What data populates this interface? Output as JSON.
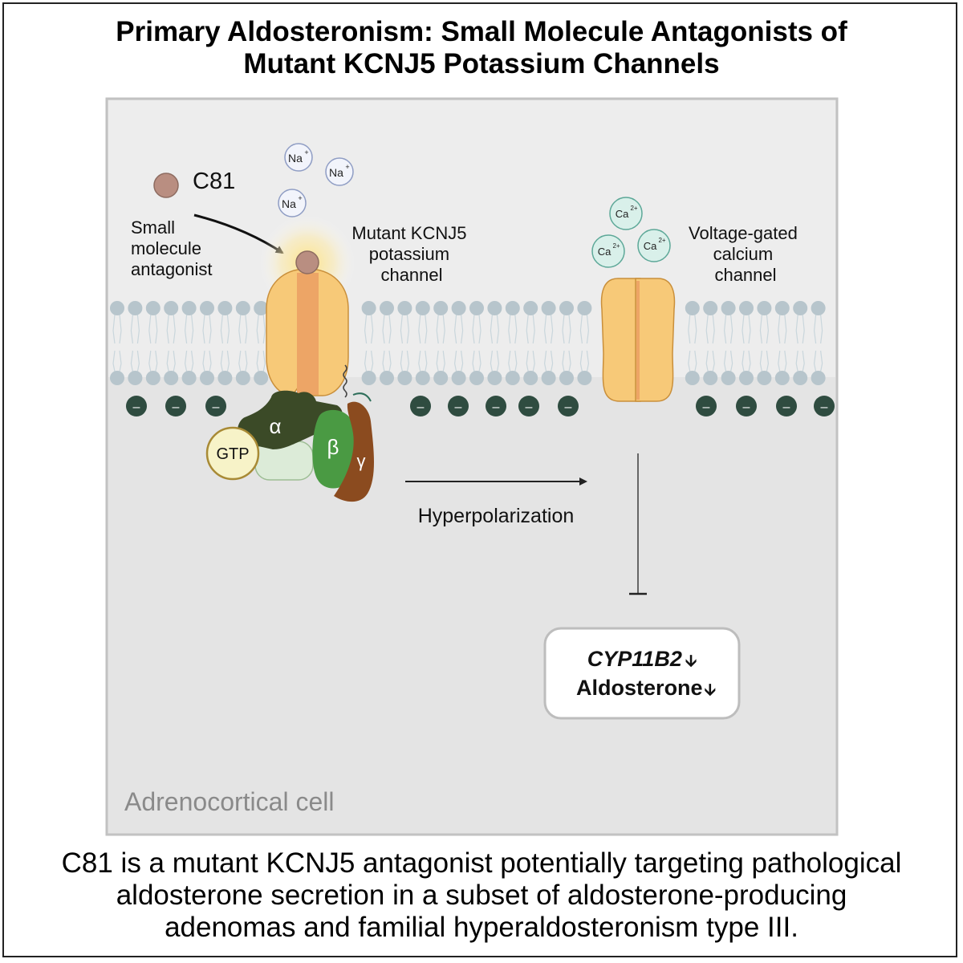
{
  "title": {
    "line1": "Primary Aldosteronism: Small Molecule Antagonists of",
    "line2": "Mutant KCNJ5 Potassium Channels"
  },
  "labels": {
    "compound": "C81",
    "small_molecule": [
      "Small",
      "molecule",
      "antagonist"
    ],
    "kcnj5": [
      "Mutant KCNJ5",
      "potassium",
      "channel"
    ],
    "vgcc": [
      "Voltage-gated",
      "calcium",
      "channel"
    ],
    "sodium_ion": "Na",
    "sodium_charge": "+",
    "calcium_ion": "Ca",
    "calcium_charge": "2+",
    "negative_charge": "–",
    "alpha": "α",
    "beta": "β",
    "gamma": "γ",
    "gtp": "GTP",
    "hyperpolarization": "Hyperpolarization",
    "gene": "CYP11B2",
    "hormone": "Aldosterone",
    "down_arrow": "🡫",
    "cell": "Adrenocortical cell"
  },
  "caption": {
    "line1": "C81 is a mutant KCNJ5 antagonist potentially targeting pathological",
    "line2": "aldosterone secretion in a subset of aldosterone-producing",
    "line3": "adenomas and familial hyperaldosteronism type III."
  },
  "colors": {
    "cell_upper": "#ececec",
    "cell_lower": "#e3e3e3",
    "lipid_head": "#b7c5cc",
    "channel": "#f7c978",
    "channel_core": "#eda566",
    "alpha": "#3b4a27",
    "beta": "#4a9a43",
    "gamma": "#8b4b1f",
    "gtp": "#f7f3c8",
    "negative": "#2f4c40",
    "compound": "#b98e81"
  }
}
